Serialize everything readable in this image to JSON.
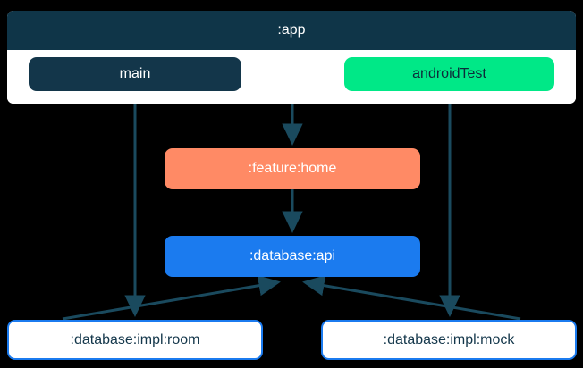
{
  "graph": {
    "title": ":app",
    "background_color": "#000000",
    "edge_color": "#1a4a5e",
    "clusters": [
      {
        "id": "app",
        "label": ":app",
        "header_color": "#0f3548",
        "header_text_color": "#ffffff",
        "body_color": "#ffffff",
        "sourcesets": [
          {
            "id": "main",
            "label": "main",
            "fill": "#13364a",
            "text_color": "#ffffff"
          },
          {
            "id": "androidTest",
            "label": "androidTest",
            "fill": "#00e887",
            "text_color": "#0d2b3a"
          }
        ]
      }
    ],
    "nodes": [
      {
        "id": "feature-home",
        "label": ":feature:home",
        "fill": "#ff8a65",
        "text_color": "#ffffff",
        "border": "none"
      },
      {
        "id": "database-api",
        "label": ":database:api",
        "fill": "#1b7bef",
        "text_color": "#ffffff",
        "border": "none"
      },
      {
        "id": "database-impl-room",
        "label": ":database:impl:room",
        "fill": "#ffffff",
        "text_color": "#14374b",
        "border": "#1b7bef"
      },
      {
        "id": "database-impl-mock",
        "label": ":database:impl:mock",
        "fill": "#ffffff",
        "text_color": "#14374b",
        "border": "#1b7bef"
      }
    ],
    "edges": [
      {
        "id": "edge-app-to-feature-home",
        "from": ":app",
        "to": ":feature:home",
        "direction": "down"
      },
      {
        "id": "edge-feature-home-to-database-api",
        "from": ":feature:home",
        "to": ":database:api",
        "direction": "down"
      },
      {
        "id": "edge-main-to-impl-room",
        "from": "main",
        "to": ":database:impl:room",
        "direction": "down"
      },
      {
        "id": "edge-androidtest-to-impl-mock",
        "from": "androidTest",
        "to": ":database:impl:mock",
        "direction": "down"
      },
      {
        "id": "edge-impl-room-to-database-api",
        "from": ":database:impl:room",
        "to": ":database:api",
        "direction": "up-right"
      },
      {
        "id": "edge-impl-mock-to-database-api",
        "from": ":database:impl:mock",
        "to": ":database:api",
        "direction": "up-left"
      }
    ]
  }
}
